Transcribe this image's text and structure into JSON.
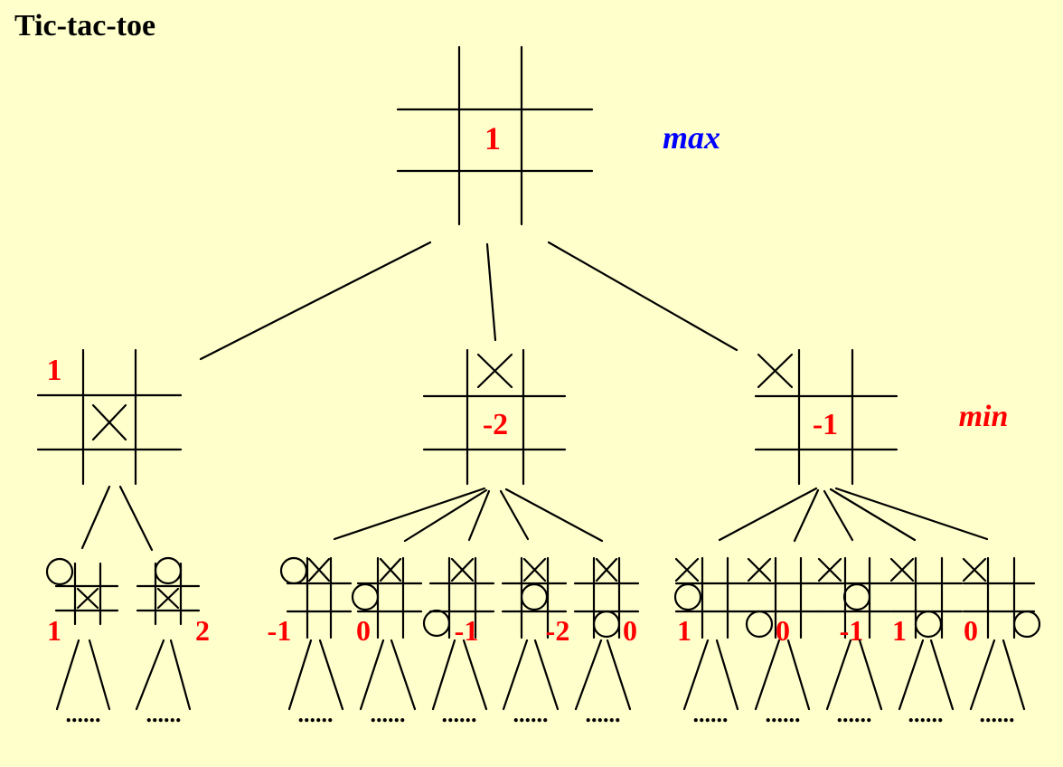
{
  "title": "Tic-tac-toe",
  "labels": {
    "max": "max",
    "min": "min"
  },
  "colors": {
    "background": "#ffffcc",
    "value": "#ff0000",
    "max_label": "#0000ff",
    "min_label": "#ff0000"
  },
  "root": {
    "value": "1"
  },
  "level1": [
    {
      "value": "1",
      "mark": "X",
      "cell": 4
    },
    {
      "value": "-2",
      "mark": "X",
      "cell": 1
    },
    {
      "value": "-1",
      "mark": "X",
      "cell": 0
    }
  ],
  "level2": [
    {
      "value": "1"
    },
    {
      "value": "2"
    },
    {
      "value": "-1"
    },
    {
      "value": "0"
    },
    {
      "value": "-1"
    },
    {
      "value": "-2"
    },
    {
      "value": "0"
    },
    {
      "value": "1"
    },
    {
      "value": "0"
    },
    {
      "value": "-1"
    },
    {
      "value": "1"
    },
    {
      "value": "0"
    }
  ],
  "ellipsis": "......"
}
